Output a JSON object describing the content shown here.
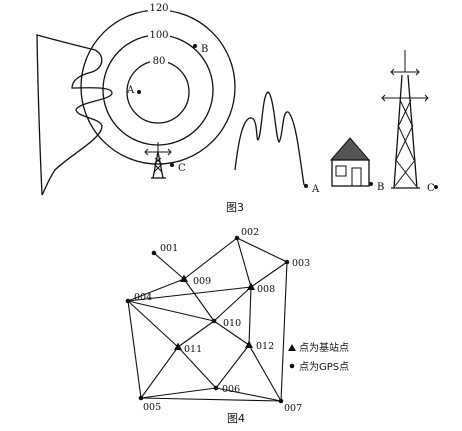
{
  "figure3": {
    "caption": "图3",
    "contour_labels": [
      "120",
      "100",
      "80"
    ],
    "point_a": "A",
    "point_b": "B",
    "point_c": "C",
    "profile_a": "A",
    "profile_b": "B",
    "profile_c": "C"
  },
  "figure4": {
    "caption": "图4",
    "nodes": [
      {
        "id": "001",
        "kind": "gps"
      },
      {
        "id": "002",
        "kind": "gps"
      },
      {
        "id": "003",
        "kind": "gps"
      },
      {
        "id": "004",
        "kind": "gps"
      },
      {
        "id": "005",
        "kind": "gps"
      },
      {
        "id": "006",
        "kind": "gps"
      },
      {
        "id": "007",
        "kind": "gps"
      },
      {
        "id": "008",
        "kind": "base"
      },
      {
        "id": "009",
        "kind": "base"
      },
      {
        "id": "010",
        "kind": "gps"
      },
      {
        "id": "011",
        "kind": "base"
      },
      {
        "id": "012",
        "kind": "base"
      }
    ],
    "legend": {
      "base": "点为基站点",
      "gps": "点为GPS点"
    }
  }
}
